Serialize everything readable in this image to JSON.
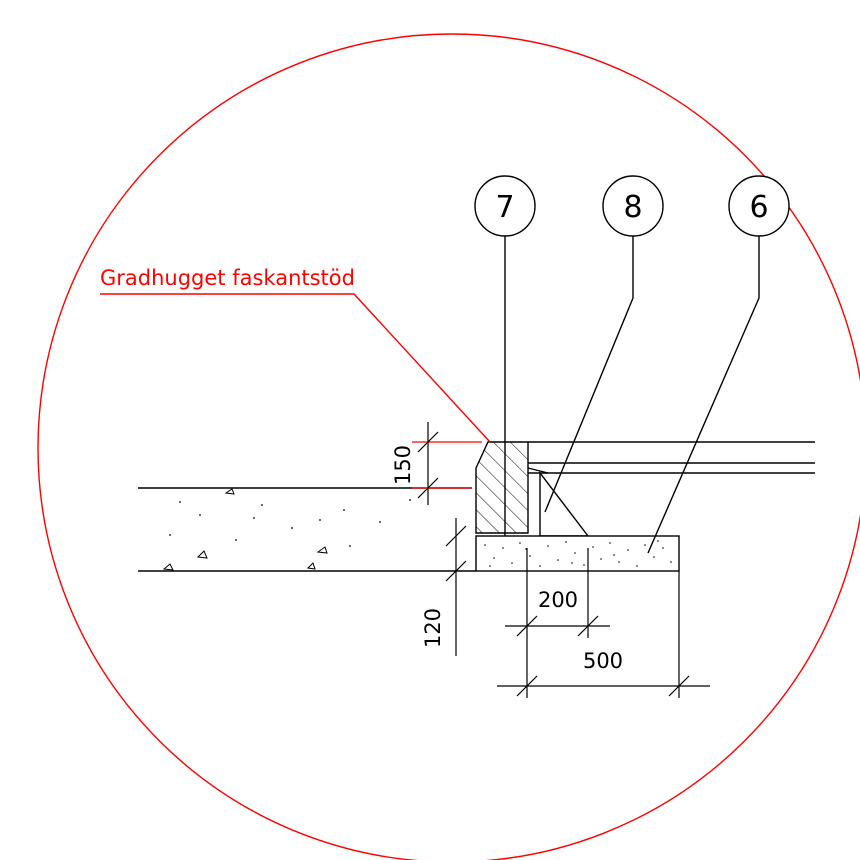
{
  "colors": {
    "line": "#000000",
    "annotation": "#ff0000",
    "background": "#ffffff"
  },
  "annotation_label": "Gradhugget faskantstöd",
  "balloons": [
    {
      "label": "7"
    },
    {
      "label": "8"
    },
    {
      "label": "6"
    }
  ],
  "dimensions": {
    "curb_height": "150",
    "slab_thickness": "120",
    "support_width": "200",
    "foundation_width": "500"
  }
}
